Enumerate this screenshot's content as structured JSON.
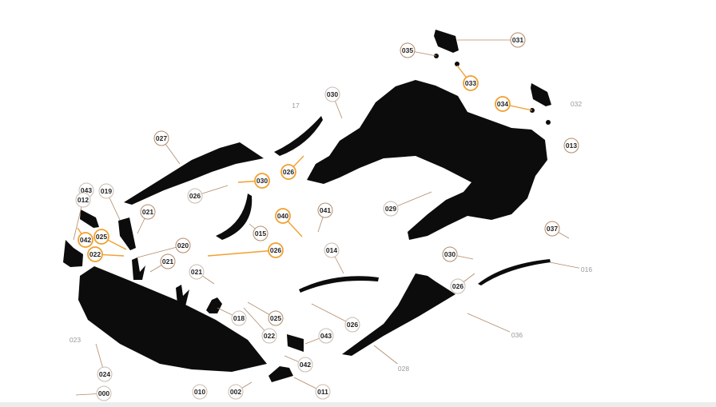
{
  "colors": {
    "part": "#0c0c0c",
    "accent_orange": "#f0a030",
    "leader_brown": "#b08a6a",
    "circle_plain": "#c9b9ad"
  },
  "callouts": [
    {
      "label": "031",
      "style": "brown"
    },
    {
      "label": "035",
      "style": "brown"
    },
    {
      "label": "033",
      "style": "orange"
    },
    {
      "label": "034",
      "style": "orange"
    },
    {
      "label": "032",
      "style": "text"
    },
    {
      "label": "013",
      "style": "brown"
    },
    {
      "label": "030",
      "style": "plain"
    },
    {
      "label": "17",
      "style": "text"
    },
    {
      "label": "027",
      "style": "brown"
    },
    {
      "label": "026",
      "style": "orange"
    },
    {
      "label": "030",
      "style": "orange"
    },
    {
      "label": "026",
      "style": "plain"
    },
    {
      "label": "029",
      "style": "plain"
    },
    {
      "label": "043",
      "style": "plain"
    },
    {
      "label": "012",
      "style": "plain"
    },
    {
      "label": "019",
      "style": "plain"
    },
    {
      "label": "021",
      "style": "brown"
    },
    {
      "label": "040",
      "style": "orange"
    },
    {
      "label": "041",
      "style": "brown"
    },
    {
      "label": "015",
      "style": "brown"
    },
    {
      "label": "042",
      "style": "orange"
    },
    {
      "label": "025",
      "style": "orange"
    },
    {
      "label": "022",
      "style": "orange"
    },
    {
      "label": "020",
      "style": "brown"
    },
    {
      "label": "026",
      "style": "orange"
    },
    {
      "label": "014",
      "style": "plain"
    },
    {
      "label": "021",
      "style": "brown"
    },
    {
      "label": "021",
      "style": "plain"
    },
    {
      "label": "037",
      "style": "brown"
    },
    {
      "label": "030",
      "style": "brown"
    },
    {
      "label": "016",
      "style": "text"
    },
    {
      "label": "026",
      "style": "plain"
    },
    {
      "label": "018",
      "style": "plain"
    },
    {
      "label": "025",
      "style": "brown"
    },
    {
      "label": "022",
      "style": "plain"
    },
    {
      "label": "043",
      "style": "plain"
    },
    {
      "label": "026",
      "style": "plain"
    },
    {
      "label": "036",
      "style": "text"
    },
    {
      "label": "023",
      "style": "text"
    },
    {
      "label": "024",
      "style": "plain"
    },
    {
      "label": "042",
      "style": "plain"
    },
    {
      "label": "028",
      "style": "text"
    },
    {
      "label": "000",
      "style": "plain"
    },
    {
      "label": "010",
      "style": "plain"
    },
    {
      "label": "011",
      "style": "plain"
    },
    {
      "label": "002",
      "style": "plain"
    }
  ]
}
